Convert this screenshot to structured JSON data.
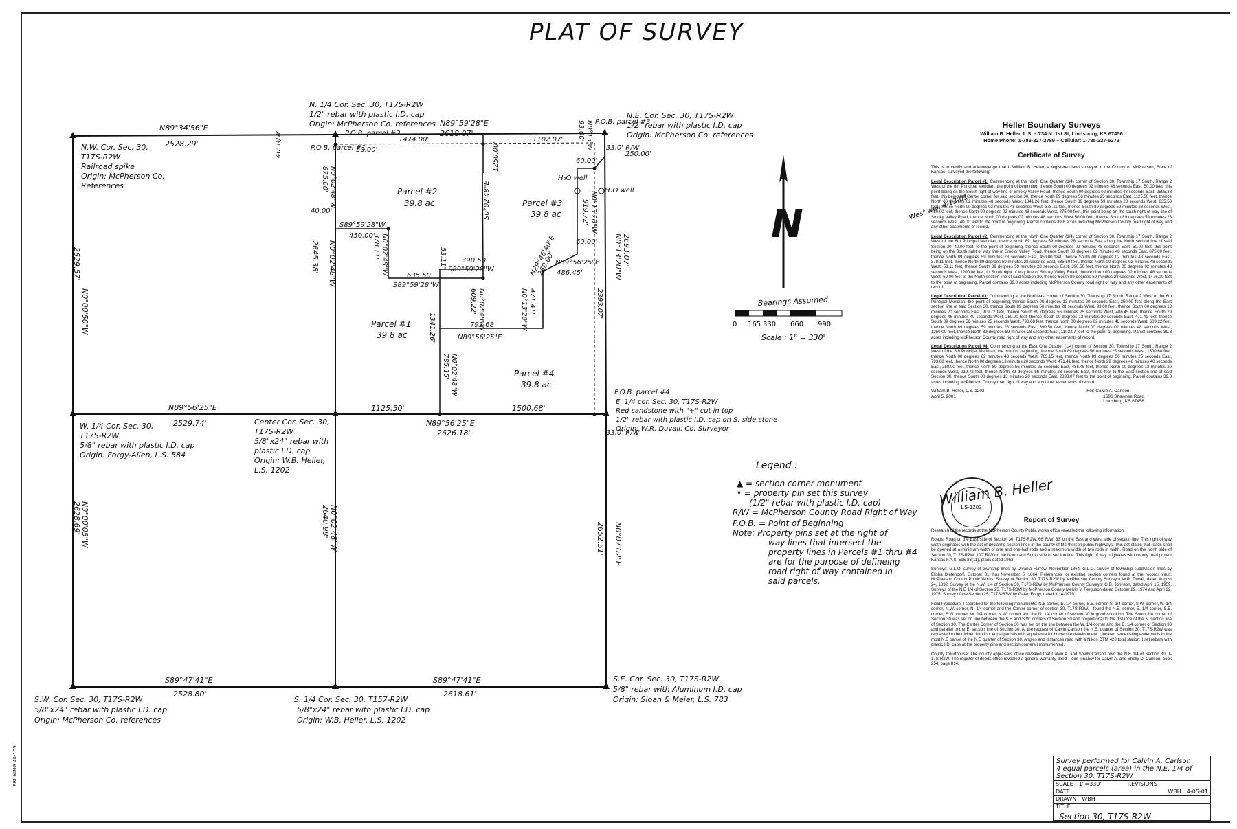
{
  "title": "PLAT OF SURVEY",
  "margin_text": "BRUNING 40-105",
  "lines": {
    "north_left_bearing": "N89°34'56\"E",
    "north_left_dist": "2528.29'",
    "north_right_bearing": "N89°59'28\"E",
    "north_right_dist": "2618.07'",
    "north_dist_1474": "1474.00'",
    "north_dist_1102": "1102.07'",
    "west_dist": "2629.57'",
    "west_bearing": "N0°00'50\"W",
    "mid_vert_bearing": "N0°02'48\"W",
    "mid_vert_dist": "2645.38'",
    "mid_east_west_bearing": "N89°56'25\"E",
    "mid_west_dist": "2529.74'",
    "mid_dist_1125": "1125.50'",
    "mid_dist_1500": "1500.68'",
    "mid_east_bearing": "N89°56'25\"E",
    "mid_east_dist": "2626.18'",
    "east_bearing": "N0°13'20\"W",
    "east_dist": "2693.07'",
    "south_left_bearing": "S89°47'41\"E",
    "south_left_dist": "2528.80'",
    "south_right_bearing": "S89°47'41\"E",
    "south_right_dist": "2618.61'",
    "sw_west_dist": "2628.69'",
    "sw_west_bearing": "N0°00'05\"W",
    "s_mid_dist": "2640.98'",
    "s_mid_bearing": "N0°02'48\"W",
    "se_east_dist": "2652.51'",
    "se_east_bearing": "N0°07'02\"E",
    "p1_875": "875.00'",
    "p1_bearing": "N0°02'48\"W",
    "d_40": "40.00'",
    "d_50_left": "50.00'",
    "d_450": "450.00'",
    "b_s89_59_28_w": "S89°59'28\"W",
    "d_378": "378.11'",
    "b_n0_02_48_w": "N0°02'48\"W",
    "d_635": "635.50'",
    "b_s89_59_28_w2": "S89°59'28\"W",
    "d_53": "53.11'",
    "d_390": "390.50'",
    "b_s89_59_28_w3": "S89°59'28\"W",
    "d_1250": "1250.00'",
    "b_s0_02_48_e": "S0°02'48\"E",
    "d_609": "609.22'",
    "b_n0_02_48_w2": "N0°02'48\"W",
    "d_1341": "1341.26'",
    "d_793": "793.68'",
    "b_n89_56_25_e": "N89°56'25\"E",
    "d_785": "785.15'",
    "b_n0_02_48_w3": "N0°02'48\"W",
    "d_471": "471.41'",
    "b_n0_13_20_w": "N0°13'20\"W",
    "d_250_diag": "250.00'",
    "b_n29_46_40_e": "N29°46'40\"E",
    "d_486": "486.45'",
    "b_n89_56_25_e2": "N89°56'25\"E",
    "d_919": "919.72'",
    "b_n0_13_20_w2": "N0°13'20\"W",
    "d_2393": "2393.07'",
    "d_60_top": "60.00'",
    "d_60_mid": "60.00'",
    "d_250_ne": "250.00'",
    "d_33_ne": "33.0' R/W",
    "d_33_e": "33.0' R/W",
    "d_93": "93.00'",
    "b_n0_13_w_top": "N0°13'W",
    "rw_40": "40' R/W"
  },
  "parcels": [
    {
      "name": "Parcel #1",
      "area": "39.8 ac"
    },
    {
      "name": "Parcel #2",
      "area": "39.8 ac"
    },
    {
      "name": "Parcel #3",
      "area": "39.8 ac"
    },
    {
      "name": "Parcel #4",
      "area": "39.8 ac"
    }
  ],
  "pob": {
    "p1": "P.O.B. parcel #1",
    "p2": "P.O.B. parcel #2",
    "p3": "P.O.B. parcel #3",
    "p4": "P.O.B. parcel #4"
  },
  "wells": {
    "w1": "H₂O well",
    "w2": "H₂O well"
  },
  "corners": {
    "nw": [
      "N.W. Cor. Sec. 30,",
      "T17S-R2W",
      "Railroad spike",
      "Origin: McPherson Co.",
      "References"
    ],
    "n_quarter": [
      "N. 1/4 Cor. Sec. 30, T17S-R2W",
      "1/2\" rebar with plastic I.D. cap",
      "Origin: McPherson Co. references"
    ],
    "ne": [
      "N.E. Cor. Sec. 30, T17S-R2W",
      "1/2\" rebar with plastic I.D. cap",
      "Origin: McPherson Co. references"
    ],
    "w_quarter": [
      "W. 1/4 Cor. Sec. 30,",
      "T17S-R2W",
      "5/8\" rebar with plastic I.D. cap",
      "Origin: Forgy-Allen, L.S. 584"
    ],
    "center": [
      "Center Cor. Sec. 30,",
      "T17S-R2W",
      "5/8\"x24\" rebar with",
      "plastic I.D. cap",
      "Origin: W.B. Heller,",
      "L.S. 1202"
    ],
    "e_quarter": [
      "E. 1/4 cor. Sec. 30, T17S-R2W",
      "Red sandstone with \"+\" cut in top",
      "1/2\" rebar with plastic I.D. cap on S. side stone",
      "Origin: W.R. Duvall, Co. Surveyor"
    ],
    "sw": [
      "S.W. Cor. Sec. 30, T17S-R2W",
      "5/8\"x24\" rebar with plastic I.D. cap",
      "Origin: McPherson Co. references"
    ],
    "s_quarter": [
      "S. 1/4 Cor. Sec. 30, T157-R2W",
      "5/8\"x24\" rebar with plastic I.D. cap",
      "Origin: W.B. Heller, L.S. 1202"
    ],
    "se": [
      "S.E. Cor. Sec. 30, T17S-R2W",
      "5/8\" rebar with Aluminum I.D. cap",
      "Origin: Sloan & Meier, L.S. 783"
    ]
  },
  "north_arrow": {
    "label": "N",
    "bearings": "Bearings Assumed",
    "scale_ticks": [
      "0",
      "165",
      "330",
      "660",
      "990"
    ],
    "scale": "Scale : 1\" = 330'"
  },
  "legend": {
    "title": "Legend :",
    "items": [
      "▲ = section corner monument",
      "• = property pin set this survey",
      "(1/2\" rebar with plastic I.D. cap)",
      "R/W = McPherson County Road Right of Way",
      "P.O.B. = Point of Beginning",
      "Note: Property pins set at the right of",
      "way lines that intersect the",
      "property lines in Parcels #1 thru #4",
      "are for the purpose of defineing",
      "road right of way contained in",
      "said parcels."
    ]
  },
  "annotation": "West well 4-13-01",
  "certificate": {
    "company": "Heller Boundary Surveys",
    "address": "William B. Heller, L.S. – 734 N. 1st St, Lindsborg, KS 67456",
    "phone": "Home Phone: 1-785-227-2789 – Cellular: 1-785-227-5279",
    "heading": "Certificate of Survey",
    "intro": "This is to certify and acknowledge that I, William B. Heller, a registered land surveyor in the County of McPherson, State of Kansas, surveyed the following:",
    "p1_head": "Legal Description Parcel #1:",
    "p1_text": "Commencing at the North One Quarter (1/4) corner of Section 30, Township 17 South, Range 2 West of the 6th Principal Meridian, the point of beginning, thence South 00 degrees 02 minutes 48 seconds East, 50.00 feet, this point being on the South right of way line of Smoky Valley Road, thence South 00 degrees 02 minutes 48 seconds East, 2595.38 feet, this being the Center corner for said section 30, thence North 89 degrees 56 minutes 25 seconds East, 1125.50 feet, thence North 00 degrees 02 minutes 48 seconds West, 1341.26 feet, thence South 89 degrees 59 minutes 28 seconds West, 635.50 feet, thence North 00 degrees 02 minutes 48 seconds West, 378.11 feet, thence South 89 degrees 59 minutes 28 seconds West, 450.00 feet, thence North 00 degrees 02 minutes 48 seconds West, 875.00 feet, this point being on the south right of way line of Smoky Valley Road, thence North 00 degrees 02 minutes 48 seconds West 50.00 feet, thence South 89 degrees 59 minutes 28 seconds West, 40.00 feet to the point of beginning. Parcel contains 39.8 acres including McPherson County road right of way and any other easements of record.",
    "p2_head": "Legal Description Parcel #2:",
    "p2_text": "Commencing at the North One Quarter (1/4) corner of Section 30, Township 17 South, Range 2 West of the 6th Principal Meridian, thence North 89 degrees 59 minutes 28 seconds East along the North section line of said Section 30, 40.00 feet, to the point of beginning, thence South 00 degrees 02 minutes 48 seconds East, 50.00 feet, this point being on the South right of way line of Smoky Valley Road, thence South 00 degrees 02 minutes 48 seconds East, 875.00 feet, thence North 89 degrees 59 minutes 28 seconds East, 450.00 feet, thence South 00 degrees 02 minutes 48 seconds East, 378.11 feet, thence North 89 degrees 59 minutes 28 seconds East, 635.50 feet, thence North 00 degrees 02 minutes 48 seconds West, 53.11 feet, thence South 89 degrees 59 minutes 28 seconds East, 390.50 feet, thence North 00 degrees 02 minutes 48 seconds West, 1200.00 feet, to South right of way line of Smoky Valley Road, thence North 00 degrees 02 minutes 48 seconds West, 50.00 feet to the North section line of said Section 30, thence South 89 degrees 59 minutes 28 seconds West, 1476.00 feet to the point of beginning. Parcel contains 39.8 acres including McPherson County road right of way and any other easements of record.",
    "p3_head": "Legal Description Parcel #3:",
    "p3_text": "Commencing at the Northeast corner of Section 30, Township 17 South, Range 2 West of the 6th Principal Meridian, the point of beginning, thence South 00 degrees 13 minutes 20 seconds East, 250.00 feet along the East section line of said Section 30, thence South 89 degrees 56 minutes 28 seconds West, 93.00 feet, thence South 00 degrees 13 minutes 20 seconds East, 919.72 feet, thence South 89 degrees 56 minutes 25 seconds West, 486.45 feet, thence South 29 degrees 46 minutes 40 seconds West, 250.00 feet, thence South 00 degrees 13 minutes 20 seconds East, 471.41 feet, thence South 89 degrees 56 minutes 25 seconds West, 793.68 feet, thence North 00 degrees 02 minutes 48 seconds West, 609.22 feet, thence North 89 degrees 59 minutes 28 seconds East, 390.50 feet, thence North 00 degrees 02 minutes 48 seconds West, 1250.00 feet, thence North 89 degrees 59 minutes 28 seconds East, 1102.07 feet to the point of beginning. Parcel contains 39.8 acres including McPherson County road right of way and any other easements of record.",
    "p4_head": "Legal Description Parcel #4:",
    "p4_text": "Commencing at the East One Quarter (1/4) corner of Section 30, Township 17 South, Range 2 West of the 6th Principal Meridian, the point of beginning, thence South 89 degrees 56 minutes 25 seconds West, 1500.68 feet, thence North 00 degrees 02 minutes 48 seconds West, 785.15 feet, thence North 89 degrees 56 minutes 25 seconds East, 793.68 feet, thence North 00 degrees 13 minutes 20 seconds West, 471.41 feet, thence North 29 degrees 46 minutes 40 seconds East, 250.00 feet, thence North 89 degrees 56 minutes 25 seconds East, 486.45 feet, thence North 00 degrees 13 minutes 20 seconds West, 919.72 feet, thence North 89 degrees 56 minutes 28 seconds East, 93.00 feet to the East section line of said Section 30, thence South 00 degrees 13 minutes 20 seconds East, 2393.07 feet to the point of beginning. Parcel contains 39.8 acres including McPherson County road right of way and any other easements of record.",
    "signer": "William B. Heller, L.S. 1202",
    "date": "April 5, 2001",
    "for": "For: Calvin A. Carlson",
    "for_addr": "1696 Shawnee Road",
    "for_city": "Lindsborg, KS 67456",
    "seal_text": "LS-1202",
    "signature": "William B. Heller"
  },
  "report": {
    "heading": "Report of Survey",
    "intro": "Research of the records at the McPherson County Public works office revealed the following information:",
    "roads_head": "Roads:",
    "roads_text": "Road on the East side of Section 30, T17S-R2W, 66' R/W, 33' on the East and West side of section line. This right of way width originates with the act of declaring section lines in the county of McPherson public highways. This act states that roads shall be opened at a minimum width of one and one-half rods and a maximum width of two rods in width. Road on the North side of Section 30, T17S-R2W, 100' R/W on the North and South side of section line. This right of way originates with county road project Kansas F.A.S. 595-83(11), plans dated 1962.",
    "surveys_head": "Surveys:",
    "surveys_text": "G.L.O. survey of township lines by Divania Furrow, November 1864. G.L.O. survey of township subdivision lines by Elisha Diefendorf, October 31 thru November 5, 1864. References for existing section corners found at the records vault, McPherson County Public Works. Survey of Section 30, T17S-R2W by McPherson County Surveyor W.R. Duvall, dated August 24, 1892. Survey of the N.W. 1/4 of Section 30, T17S-R2W by McPherson County Surveyor G.D. Johnson, dated April 15, 1959. Surveys of the N.E 1/4 of Section 25, T17S-R3W by McPherson County Melvin V. Ferguson dated October 29, 1974 and April 22, 1975. Survey of the Section 25, T17S-R3W by Galen Forgy, dated 3-14-1979.",
    "field_head": "Field Procedure:",
    "field_text": "I searched for the following monuments: N.E corner, E. 1/4 corner, S.E. corner, S. 1/4 corner, S.W. corner, W. 1/4 corner, N.W. corner, N. 1/4 corner and the Center corner of section 30, T17S-R2W. I found the N.E. corner, E. 1/4 corner, S.E. corner, S.W. corner, W. 1/4 corner, N.W. corner and the N. 1/4 corner of section 30 in good condition. The South 1/4 corner of Section 30 was set on line between the S.E and S.W. corners of Section 30 and proportional to the distance of the N. section line of Section 30. The Center Corner of Section 30 was set on the line between the W. 1/4 corner and the E. 1/4 corner of Section 30 and parallel to the E. section line of Section 30. At the request of Calvin Carlson the N.E. quarter of Section 30, T17S-R2W was requested to be divided into four equal parcels with equal area for home site development. I located two existing water wells in the most N.E parcel of the N.E quarter of Section 30. Angles and distances read with a Nikon DTM 420 total station. I set rebars with plastic I.D. caps at the property pins and section corners I monumented.",
    "court_head": "County Courthouse:",
    "court_text": "The county appraisers office revealed that Calvin A. and Shelly Carlson own the N.E 1/4 of Section 30, T-17S-R2W. The register of deeds office revealed a general warranty deed - joint tenancy for Calvin A. and Shelly D. Carlson, book 254, page 814."
  },
  "title_block": {
    "survey_line1": "Survey performed for Calvin A. Carlson",
    "survey_line2": "4 equal parcels (area) in the N.E. 1/4 of",
    "survey_line3": "Section 30, T17S-R2W",
    "scale_label": "SCALE",
    "scale_value": "1\"=330'",
    "revisions": "REVISIONS",
    "date_label": "DATE",
    "drawn_label": "DRAWN",
    "drawn_value": "WBH",
    "rev_initials": "WBH",
    "rev_date": "4-05-01",
    "title_label": "TITLE",
    "section": "Section 30, T17S-R2W"
  }
}
